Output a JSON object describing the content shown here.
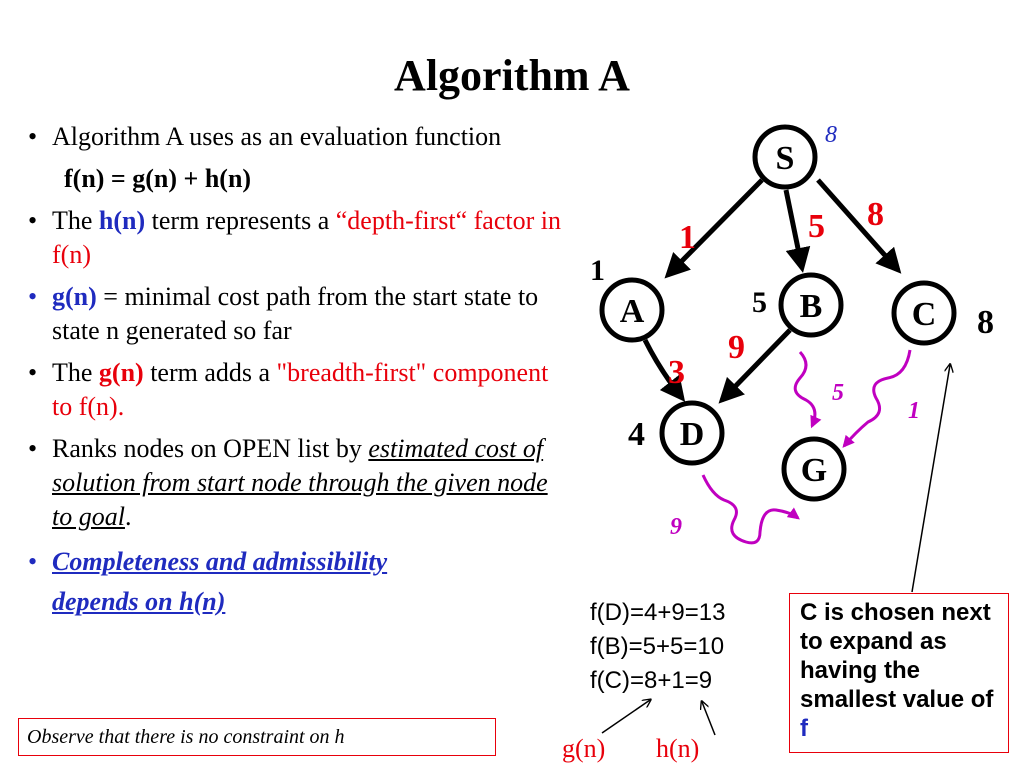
{
  "title": "Algorithm A",
  "bullets": {
    "b1_line": "Algorithm A uses as an evaluation function",
    "formula": "f(n) = g(n) + h(n)",
    "b2_pre": "The ",
    "b2_term": "h(n)",
    "b2_mid": " term represents a ",
    "b2_quote": "“depth-first“ factor in f(n)",
    "b3_term": "g(n)",
    "b3_rest": " = minimal cost path from the start state to state n generated so far",
    "b4_pre": "The ",
    "b4_term": "g(n)",
    "b4_mid": " term adds a ",
    "b4_quote": "\"breadth-first\" component to f(n).",
    "b5_pre": "Ranks nodes on OPEN list by ",
    "b5_ital": "estimated cost of solution from start node through the given node  to goal",
    "b5_end": ".",
    "b6_line1": "Completeness and admissibility",
    "b6_line2": "depends on h(n)",
    "bullet_char": "•"
  },
  "note": "Observe that there is no constraint on h",
  "graph": {
    "nodes": {
      "S": "S",
      "A": "A",
      "B": "B",
      "C": "C",
      "D": "D",
      "G": "G"
    },
    "labels": {
      "s_h": "8",
      "sa_cost": "1",
      "sb_cost": "5",
      "sc_cost": "8",
      "a_g": "1",
      "b_g": "5",
      "c_g": "8",
      "bd_cost": "9",
      "ad_cost": "3",
      "d_g": "4",
      "bg_h": "5",
      "cg_h": "1",
      "dg_h": "9"
    }
  },
  "fvals": [
    "f(D)=4+9=13",
    "f(B)=5+5=10",
    "f(C)=8+1=9"
  ],
  "gn_label": "g(n)",
  "hn_label": "h(n)",
  "cbox": {
    "text": "C is chosen next to expand as having the smallest value of ",
    "f": "f"
  },
  "colors": {
    "red": "#e8000b",
    "blue": "#1f2bbf",
    "magenta": "#c000c0"
  }
}
